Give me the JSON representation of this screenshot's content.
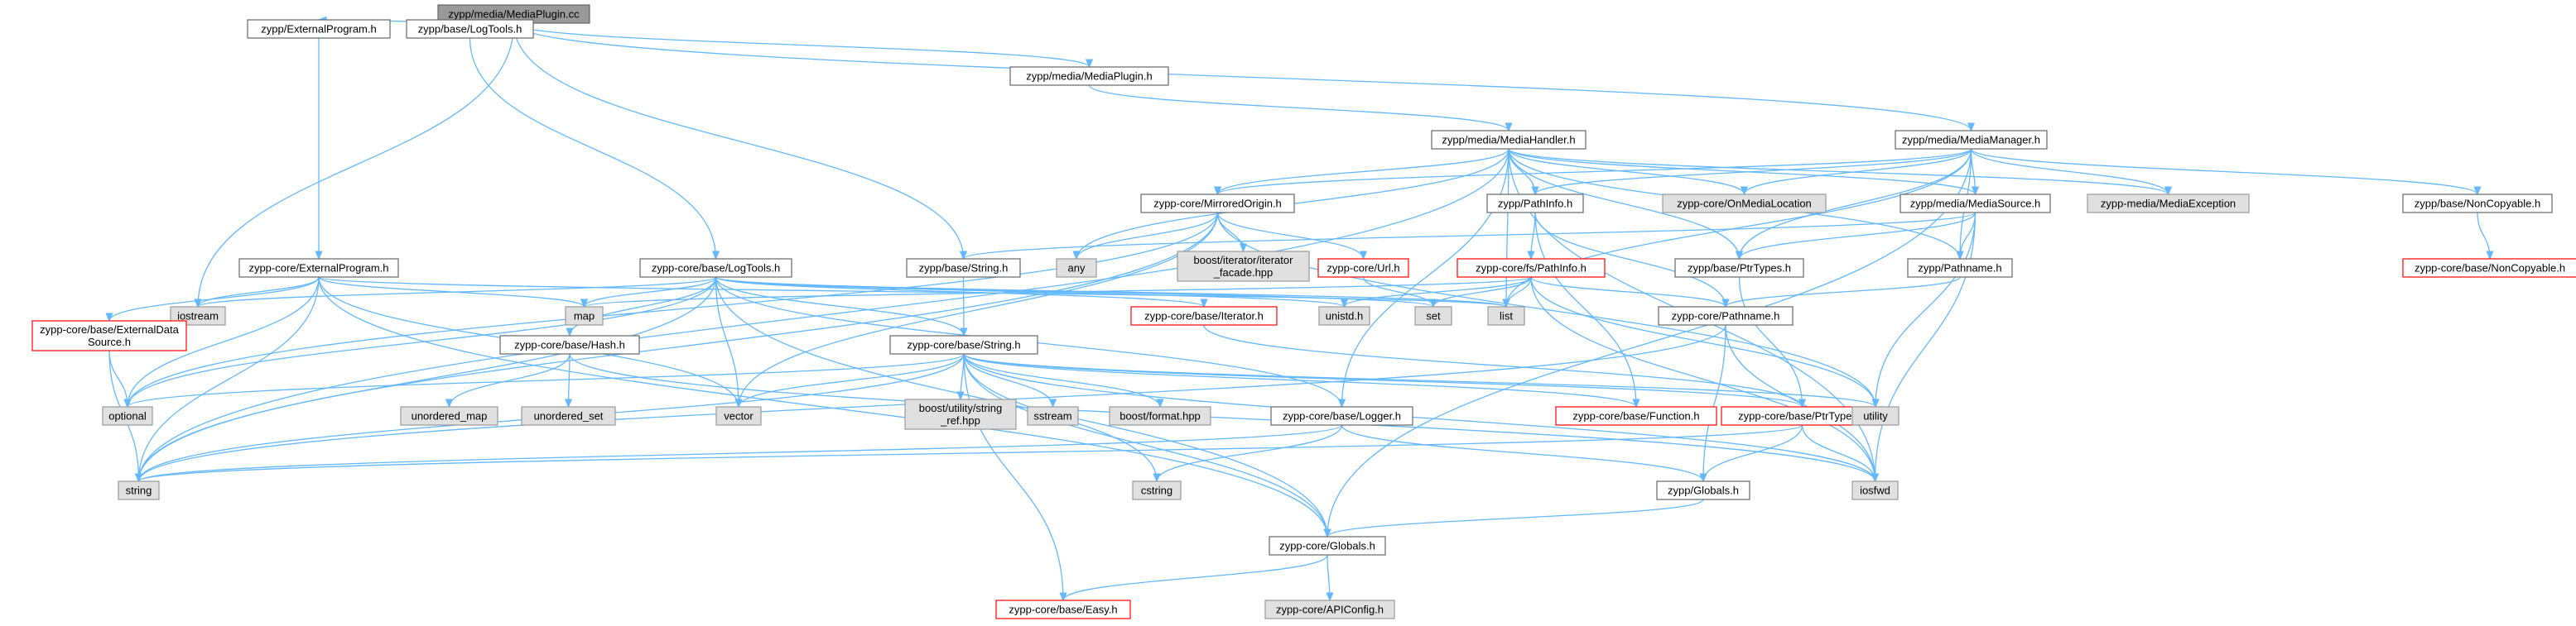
{
  "diagram": {
    "colors": {
      "root_fill": "#999999",
      "normal_fill": "#ffffff",
      "normal_stroke": "#666666",
      "truncated_stroke": "#ff0000",
      "system_fill": "#e0e0e0",
      "system_stroke": "#999999",
      "edge": "#63b8ff"
    },
    "nodes": [
      {
        "id": "mediaplugin_cc",
        "label": "zypp/media/MediaPlugin.cc",
        "kind": "root"
      },
      {
        "id": "externalprogram_h",
        "label": "zypp/ExternalProgram.h",
        "kind": "normal"
      },
      {
        "id": "logtools_h",
        "label": "zypp/base/LogTools.h",
        "kind": "normal"
      },
      {
        "id": "mediaplugin_h",
        "label": "zypp/media/MediaPlugin.h",
        "kind": "normal"
      },
      {
        "id": "mediamanager_h",
        "label": "zypp/media/MediaManager.h",
        "kind": "normal"
      },
      {
        "id": "mediahandler_h",
        "label": "zypp/media/MediaHandler.h",
        "kind": "normal"
      },
      {
        "id": "core_externalprogram_h",
        "label": "zypp-core/ExternalProgram.h",
        "kind": "normal"
      },
      {
        "id": "core_logtools_h",
        "label": "zypp-core/base/LogTools.h",
        "kind": "normal"
      },
      {
        "id": "mirroredorigin_h",
        "label": "zypp-core/MirroredOrigin.h",
        "kind": "normal"
      },
      {
        "id": "pathinfo_h",
        "label": "zypp/PathInfo.h",
        "kind": "normal"
      },
      {
        "id": "onmedialocation",
        "label": "zypp-core/OnMediaLocation",
        "kind": "system"
      },
      {
        "id": "mediasource_h",
        "label": "zypp/media/MediaSource.h",
        "kind": "normal"
      },
      {
        "id": "mediaexception",
        "label": "zypp-media/MediaException",
        "kind": "system"
      },
      {
        "id": "noncopyable_h",
        "label": "zypp/base/NonCopyable.h",
        "kind": "normal"
      },
      {
        "id": "core_noncopyable_h",
        "label": "zypp-core/base/NonCopyable.h",
        "kind": "truncated"
      },
      {
        "id": "base_string_h",
        "label": "zypp/base/String.h",
        "kind": "normal"
      },
      {
        "id": "any",
        "label": "any",
        "kind": "system"
      },
      {
        "id": "iterator_facade",
        "label": [
          "boost/iterator/iterator",
          "_facade.hpp"
        ],
        "kind": "system"
      },
      {
        "id": "core_url_h",
        "label": "zypp-core/Url.h",
        "kind": "truncated"
      },
      {
        "id": "fs_pathinfo_h",
        "label": "zypp-core/fs/PathInfo.h",
        "kind": "truncated"
      },
      {
        "id": "base_ptrtypes_h",
        "label": "zypp/base/PtrTypes.h",
        "kind": "normal"
      },
      {
        "id": "pathname_h",
        "label": "zypp/Pathname.h",
        "kind": "normal"
      },
      {
        "id": "iostream",
        "label": "iostream",
        "kind": "system"
      },
      {
        "id": "externaldatasource_h",
        "label": [
          "zypp-core/base/ExternalData",
          "Source.h"
        ],
        "kind": "truncated"
      },
      {
        "id": "map",
        "label": "map",
        "kind": "system"
      },
      {
        "id": "core_iterator_h",
        "label": "zypp-core/base/Iterator.h",
        "kind": "truncated"
      },
      {
        "id": "unistd_h",
        "label": "unistd.h",
        "kind": "system"
      },
      {
        "id": "set",
        "label": "set",
        "kind": "system"
      },
      {
        "id": "list",
        "label": "list",
        "kind": "system"
      },
      {
        "id": "core_pathname_h",
        "label": "zypp-core/Pathname.h",
        "kind": "normal"
      },
      {
        "id": "core_hash_h",
        "label": "zypp-core/base/Hash.h",
        "kind": "normal"
      },
      {
        "id": "core_string_h",
        "label": "zypp-core/base/String.h",
        "kind": "normal"
      },
      {
        "id": "optional",
        "label": "optional",
        "kind": "system"
      },
      {
        "id": "unordered_map",
        "label": "unordered_map",
        "kind": "system"
      },
      {
        "id": "unordered_set",
        "label": "unordered_set",
        "kind": "system"
      },
      {
        "id": "vector",
        "label": "vector",
        "kind": "system"
      },
      {
        "id": "string_ref",
        "label": [
          "boost/utility/string",
          "_ref.hpp"
        ],
        "kind": "system"
      },
      {
        "id": "sstream",
        "label": "sstream",
        "kind": "system"
      },
      {
        "id": "format_hpp",
        "label": "boost/format.hpp",
        "kind": "system"
      },
      {
        "id": "core_logger_h",
        "label": "zypp-core/base/Logger.h",
        "kind": "normal"
      },
      {
        "id": "core_function_h",
        "label": "zypp-core/base/Function.h",
        "kind": "truncated"
      },
      {
        "id": "core_ptrtypes_h",
        "label": "zypp-core/base/PtrTypes.h",
        "kind": "truncated"
      },
      {
        "id": "utility",
        "label": "utility",
        "kind": "system"
      },
      {
        "id": "string",
        "label": "string",
        "kind": "system"
      },
      {
        "id": "cstring",
        "label": "cstring",
        "kind": "system"
      },
      {
        "id": "globals_h",
        "label": "zypp/Globals.h",
        "kind": "normal"
      },
      {
        "id": "iosfwd",
        "label": "iosfwd",
        "kind": "system"
      },
      {
        "id": "core_globals_h",
        "label": "zypp-core/Globals.h",
        "kind": "normal"
      },
      {
        "id": "core_easy_h",
        "label": "zypp-core/base/Easy.h",
        "kind": "truncated"
      },
      {
        "id": "apiconfig_h",
        "label": "zypp-core/APIConfig.h",
        "kind": "system"
      }
    ],
    "edges": [
      [
        "mediaplugin_cc",
        "externalprogram_h"
      ],
      [
        "mediaplugin_cc",
        "logtools_h"
      ],
      [
        "mediaplugin_cc",
        "mediaplugin_h"
      ],
      [
        "mediaplugin_cc",
        "mediamanager_h"
      ],
      [
        "mediaplugin_cc",
        "iostream"
      ],
      [
        "mediaplugin_cc",
        "base_string_h"
      ],
      [
        "externalprogram_h",
        "core_externalprogram_h"
      ],
      [
        "logtools_h",
        "core_logtools_h"
      ],
      [
        "mediaplugin_h",
        "mediahandler_h"
      ],
      [
        "mediamanager_h",
        "noncopyable_h"
      ],
      [
        "mediamanager_h",
        "mediasource_h"
      ],
      [
        "mediamanager_h",
        "mediaexception"
      ],
      [
        "mediamanager_h",
        "onmedialocation"
      ],
      [
        "mediamanager_h",
        "pathinfo_h"
      ],
      [
        "mediamanager_h",
        "base_ptrtypes_h"
      ],
      [
        "mediamanager_h",
        "pathname_h"
      ],
      [
        "mediamanager_h",
        "mirroredorigin_h"
      ],
      [
        "mediamanager_h",
        "list"
      ],
      [
        "mediamanager_h",
        "core_globals_h"
      ],
      [
        "noncopyable_h",
        "core_noncopyable_h"
      ],
      [
        "mediahandler_h",
        "mirroredorigin_h"
      ],
      [
        "mediahandler_h",
        "pathinfo_h"
      ],
      [
        "mediahandler_h",
        "onmedialocation"
      ],
      [
        "mediahandler_h",
        "mediasource_h"
      ],
      [
        "mediahandler_h",
        "mediaexception"
      ],
      [
        "mediahandler_h",
        "any"
      ],
      [
        "mediahandler_h",
        "list"
      ],
      [
        "mediahandler_h",
        "pathname_h"
      ],
      [
        "mediahandler_h",
        "base_ptrtypes_h"
      ],
      [
        "mediahandler_h",
        "iosfwd"
      ],
      [
        "mediahandler_h",
        "string"
      ],
      [
        "mediahandler_h",
        "core_logger_h"
      ],
      [
        "mirroredorigin_h",
        "iterator_facade"
      ],
      [
        "mirroredorigin_h",
        "core_url_h"
      ],
      [
        "mirroredorigin_h",
        "string"
      ],
      [
        "mirroredorigin_h",
        "vector"
      ],
      [
        "mirroredorigin_h",
        "optional"
      ],
      [
        "mirroredorigin_h",
        "any"
      ],
      [
        "mirroredorigin_h",
        "utility"
      ],
      [
        "core_url_h",
        "set"
      ],
      [
        "pathinfo_h",
        "fs_pathinfo_h"
      ],
      [
        "pathinfo_h",
        "core_pathname_h"
      ],
      [
        "pathinfo_h",
        "core_function_h"
      ],
      [
        "fs_pathinfo_h",
        "set"
      ],
      [
        "fs_pathinfo_h",
        "list"
      ],
      [
        "fs_pathinfo_h",
        "map"
      ],
      [
        "fs_pathinfo_h",
        "unistd_h"
      ],
      [
        "fs_pathinfo_h",
        "core_pathname_h"
      ],
      [
        "fs_pathinfo_h",
        "iosfwd"
      ],
      [
        "fs_pathinfo_h",
        "utility"
      ],
      [
        "mediasource_h",
        "base_ptrtypes_h"
      ],
      [
        "mediasource_h",
        "pathname_h"
      ],
      [
        "mediasource_h",
        "base_string_h"
      ],
      [
        "mediasource_h",
        "iosfwd"
      ],
      [
        "mediasource_h",
        "utility"
      ],
      [
        "base_ptrtypes_h",
        "core_ptrtypes_h"
      ],
      [
        "pathname_h",
        "core_pathname_h"
      ],
      [
        "base_string_h",
        "core_string_h"
      ],
      [
        "core_externalprogram_h",
        "externaldatasource_h"
      ],
      [
        "core_externalprogram_h",
        "iostream"
      ],
      [
        "core_externalprogram_h",
        "optional"
      ],
      [
        "core_externalprogram_h",
        "map"
      ],
      [
        "core_externalprogram_h",
        "string"
      ],
      [
        "core_externalprogram_h",
        "vector"
      ],
      [
        "core_externalprogram_h",
        "core_globals_h"
      ],
      [
        "core_externalprogram_h",
        "list"
      ],
      [
        "externaldatasource_h",
        "optional"
      ],
      [
        "externaldatasource_h",
        "string"
      ],
      [
        "core_logtools_h",
        "iostream"
      ],
      [
        "core_logtools_h",
        "map"
      ],
      [
        "core_logtools_h",
        "set"
      ],
      [
        "core_logtools_h",
        "list"
      ],
      [
        "core_logtools_h",
        "vector"
      ],
      [
        "core_logtools_h",
        "unistd_h"
      ],
      [
        "core_logtools_h",
        "string"
      ],
      [
        "core_logtools_h",
        "optional"
      ],
      [
        "core_logtools_h",
        "core_hash_h"
      ],
      [
        "core_logtools_h",
        "core_string_h"
      ],
      [
        "core_logtools_h",
        "core_iterator_h"
      ],
      [
        "core_logtools_h",
        "core_logger_h"
      ],
      [
        "core_logtools_h",
        "core_globals_h"
      ],
      [
        "core_iterator_h",
        "core_ptrtypes_h"
      ],
      [
        "core_hash_h",
        "unordered_map"
      ],
      [
        "core_hash_h",
        "unordered_set"
      ],
      [
        "core_hash_h",
        "iosfwd"
      ],
      [
        "core_string_h",
        "optional"
      ],
      [
        "core_string_h",
        "vector"
      ],
      [
        "core_string_h",
        "string_ref"
      ],
      [
        "core_string_h",
        "sstream"
      ],
      [
        "core_string_h",
        "format_hpp"
      ],
      [
        "core_string_h",
        "string"
      ],
      [
        "core_string_h",
        "cstring"
      ],
      [
        "core_string_h",
        "core_function_h"
      ],
      [
        "core_string_h",
        "core_ptrtypes_h"
      ],
      [
        "core_string_h",
        "iosfwd"
      ],
      [
        "core_string_h",
        "utility"
      ],
      [
        "core_string_h",
        "core_easy_h"
      ],
      [
        "core_string_h",
        "core_globals_h"
      ],
      [
        "core_logger_h",
        "string"
      ],
      [
        "core_logger_h",
        "cstring"
      ],
      [
        "core_logger_h",
        "globals_h"
      ],
      [
        "core_pathname_h",
        "string"
      ],
      [
        "core_pathname_h",
        "iosfwd"
      ],
      [
        "core_pathname_h",
        "globals_h"
      ],
      [
        "core_ptrtypes_h",
        "string"
      ],
      [
        "core_ptrtypes_h",
        "iosfwd"
      ],
      [
        "core_ptrtypes_h",
        "globals_h"
      ],
      [
        "globals_h",
        "core_globals_h"
      ],
      [
        "core_globals_h",
        "core_easy_h"
      ],
      [
        "core_globals_h",
        "apiconfig_h"
      ]
    ]
  }
}
